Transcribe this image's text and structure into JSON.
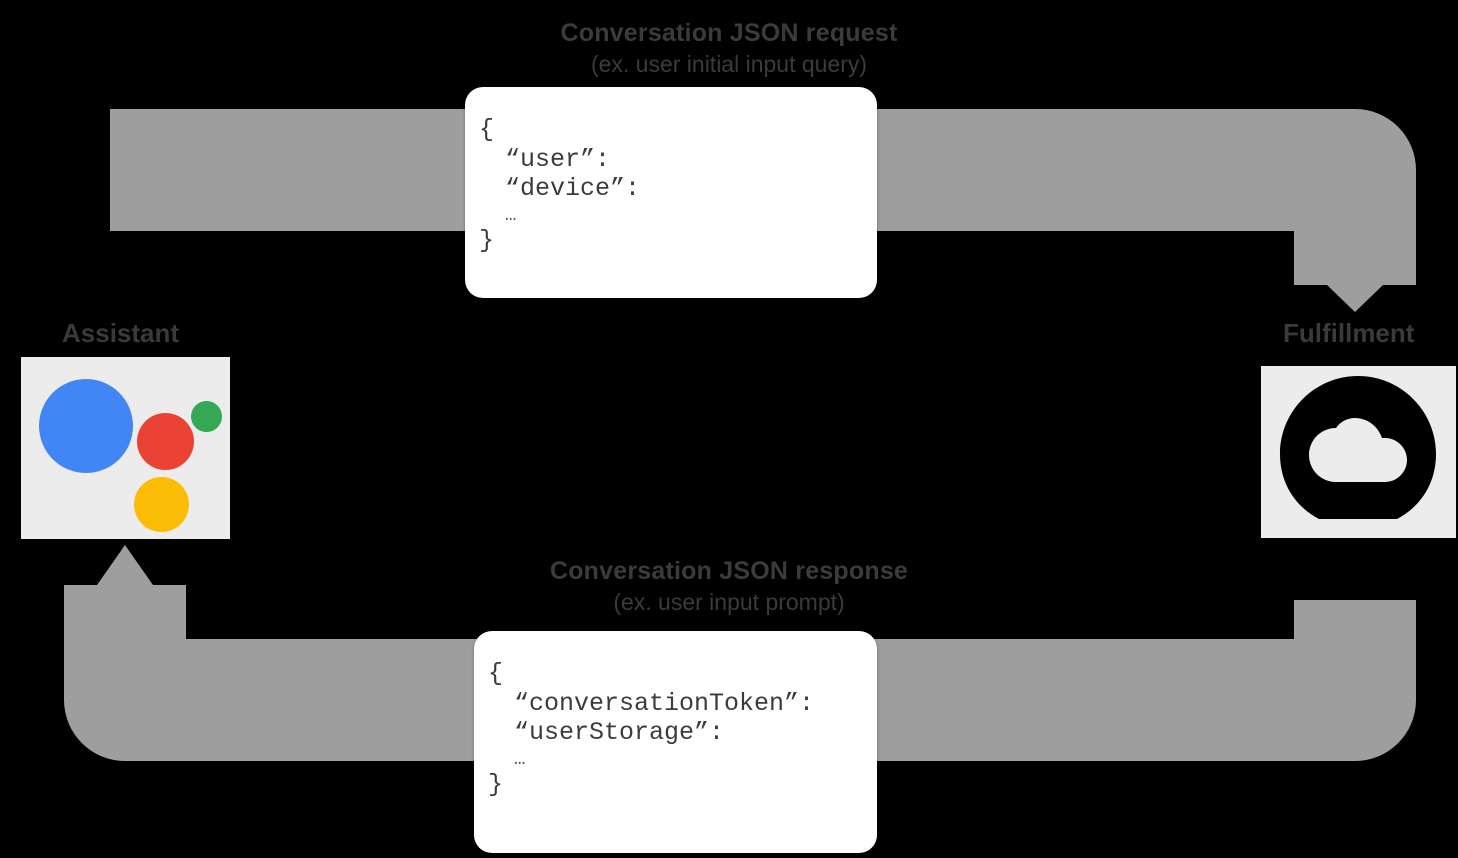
{
  "diagram": {
    "type": "sequence-flow",
    "title_request": "Conversation JSON request",
    "background_color": "#000000"
  },
  "nodes": {
    "assistant": {
      "label": "Assistant",
      "icon": "google-assistant-icon",
      "tile_color": "#ececec",
      "dot_colors": {
        "blue": "#4285F4",
        "red": "#EA4335",
        "green": "#34A853",
        "yellow": "#FBBC05"
      }
    },
    "fulfillment": {
      "label": "Fulfillment",
      "icon": "cloud-function-icon",
      "tile_color": "#ececec",
      "icon_color": "#000000"
    }
  },
  "flows": {
    "request": {
      "title": "Conversation JSON request",
      "subtitle": "(ex. user initial input query)",
      "direction": "assistant-to-fulfillment",
      "color": "#9e9e9e"
    },
    "response": {
      "title": "Conversation JSON response",
      "subtitle": "(ex. user input prompt)",
      "direction": "fulfillment-to-assistant",
      "color": "#9e9e9e"
    }
  },
  "payloads": {
    "request": {
      "name": "conversation-request-json",
      "lines": [
        "{",
        "“user”:",
        "“device”:",
        "…",
        "}"
      ]
    },
    "response": {
      "name": "conversation-response-json",
      "lines": [
        "{",
        "“conversationToken”:",
        "“userStorage”:",
        "…",
        "}"
      ]
    }
  }
}
